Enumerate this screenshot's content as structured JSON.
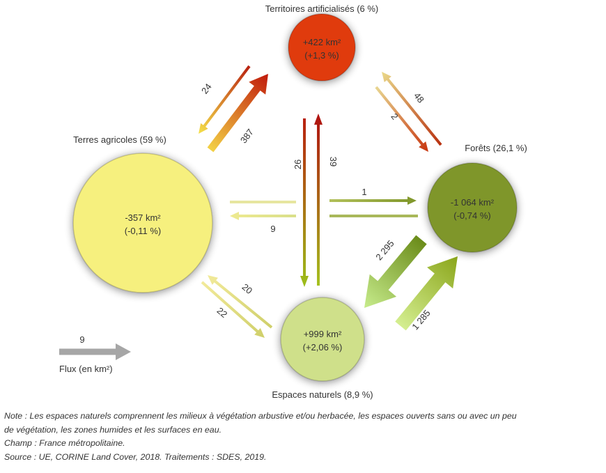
{
  "nodes": [
    {
      "id": "artificial",
      "label": "Territoires artificialisés (6 %)",
      "change": "+422 km²",
      "pct": "(+1,3 %)",
      "color": "#e03a0c"
    },
    {
      "id": "agricole",
      "label": "Terres agricoles (59 %)",
      "change": "-357 km²",
      "pct": "(-0,11 %)",
      "color": "#f6f07e"
    },
    {
      "id": "forets",
      "label": "Forêts (26,1 %)",
      "change": "-1 064 km²",
      "pct": "(-0,74 %)",
      "color": "#7f962a"
    },
    {
      "id": "naturels",
      "label": "Espaces naturels (8,9 %)",
      "change": "+999 km²",
      "pct": "(+2,06 %)",
      "color": "#cfe08a"
    }
  ],
  "flows": [
    {
      "from": "artificial",
      "to": "agricole",
      "value": "24"
    },
    {
      "from": "agricole",
      "to": "artificial",
      "value": "387"
    },
    {
      "from": "forets",
      "to": "artificial",
      "value": "48"
    },
    {
      "from": "artificial",
      "to": "forets",
      "value": "2"
    },
    {
      "from": "artificial",
      "to": "naturels",
      "value": "26"
    },
    {
      "from": "naturels",
      "to": "artificial",
      "value": "39"
    },
    {
      "from": "agricole",
      "to": "forets",
      "value": "1"
    },
    {
      "from": "forets",
      "to": "agricole",
      "value": "9"
    },
    {
      "from": "forets",
      "to": "naturels",
      "value": "2 295"
    },
    {
      "from": "naturels",
      "to": "forets",
      "value": "1 285"
    },
    {
      "from": "naturels",
      "to": "agricole",
      "value": "20"
    },
    {
      "from": "agricole",
      "to": "naturels",
      "value": "22"
    }
  ],
  "legend": {
    "value": "9",
    "label": "Flux (en km²)",
    "color": "#a6a6a6"
  },
  "notes": {
    "note_line1": "Note : Les espaces naturels comprennent les milieux à végétation arbustive et/ou herbacée, les espaces ouverts sans ou avec un peu",
    "note_line2": "de végétation, les zones humides et les surfaces en eau.",
    "champ": "Champ : France métropolitaine.",
    "source": "Source : UE, CORINE Land Cover, 2018. Traitements : SDES, 2019."
  }
}
